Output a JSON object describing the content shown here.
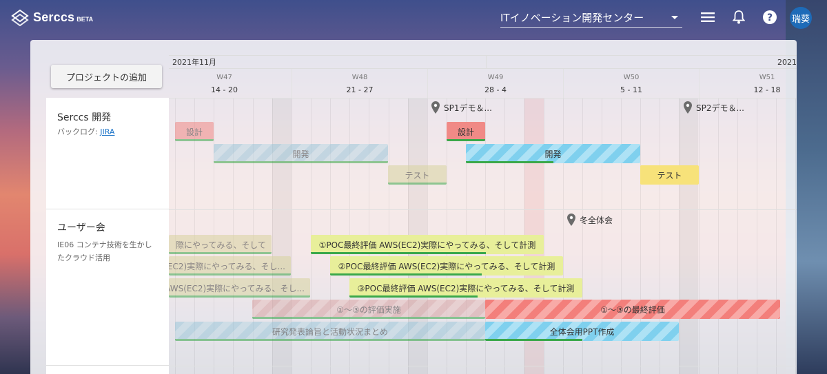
{
  "app": {
    "name": "Serccs",
    "badge": "BETA"
  },
  "header": {
    "org_selector": "ITイノベーション開発センター",
    "user_initials": "瑞葵"
  },
  "toolbar": {
    "add_project": "プロジェクトの追加"
  },
  "timeline": {
    "month_left": "2021年11月",
    "month_right": "2021",
    "weeks": [
      {
        "label": "W47",
        "range": "14 - 20"
      },
      {
        "label": "W48",
        "range": "21 - 27"
      },
      {
        "label": "W49",
        "range": "28 - 4"
      },
      {
        "label": "W50",
        "range": "5 - 11"
      },
      {
        "label": "W51",
        "range": "12 - 18"
      }
    ]
  },
  "projects": [
    {
      "title": "Serccs 開発",
      "backlog_label": "バックログ: ",
      "backlog_link": "JIRA",
      "milestones": [
        "SP1デモ＆...",
        "SP2デモ＆..."
      ],
      "tasks": {
        "design1": "設計",
        "dev1": "開発",
        "test1": "テスト",
        "design2": "設計",
        "dev2": "開発",
        "test2": "テスト"
      }
    },
    {
      "title": "ユーザー会",
      "subtitle_line1": "IE06 コンテナ技術を生かし",
      "subtitle_line2": "たクラウド活用",
      "milestones": [
        "冬全体会"
      ],
      "tasks": {
        "t1_prev": "際にやってみる、そして",
        "t2_prev": "EC2)実際にやってみる、そし...",
        "t3_prev": "AWS(EC2)実際にやってみる、そし...",
        "t1": "①POC最終評価 AWS(EC2)実際にやってみる、そして計測",
        "t2": "②POC最終評価 AWS(EC2)実際にやってみる、そして計測",
        "t3": "③POC最終評価 AWS(EC2)実際にやってみる、そして計測",
        "eval": "①～③の評価実施",
        "final_eval": "①～③の最終評価",
        "research": "研究発表論旨と活動状況まとめ",
        "ppt": "全体会用PPT作成"
      }
    }
  ],
  "colors": {
    "accent": "#1e6bb8",
    "progress": "#3aa84a"
  }
}
